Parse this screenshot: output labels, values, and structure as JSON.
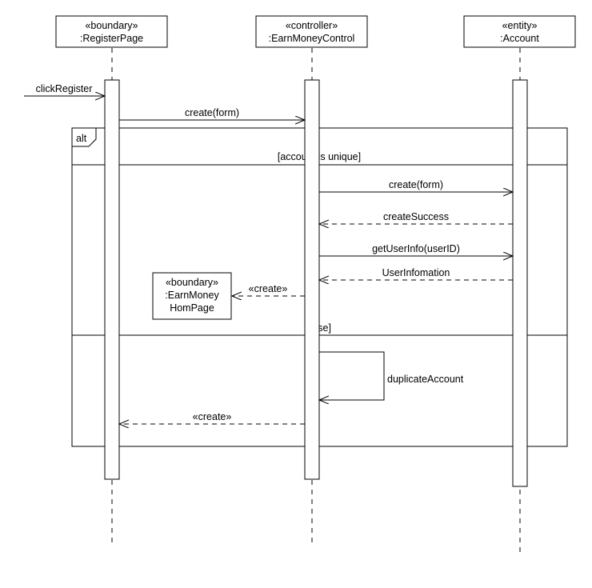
{
  "participants": [
    {
      "id": "registerpage",
      "stereotype": "«boundary»",
      "name": ":RegisterPage"
    },
    {
      "id": "earnmoneycontrol",
      "stereotype": "«controller»",
      "name": ":EarnMoneyControl"
    },
    {
      "id": "account",
      "stereotype": "«entity»",
      "name": ":Account"
    }
  ],
  "messages": {
    "click_register": "clickRegister",
    "create_form_1": "create(form)",
    "create_form_2": "create(form)",
    "create_success": "createSuccess",
    "get_user_info": "getUserInfo(userID)",
    "user_infomation": "UserInfomation",
    "create_homepage": "«create»",
    "duplicate_account": "duplicateAccount",
    "create_back": "«create»"
  },
  "fragment": {
    "operator": "alt",
    "guard_1": "[account is unique]",
    "guard_2": "[else]"
  },
  "created_object": {
    "stereotype": "«boundary»",
    "name_line1": ":EarnMoney",
    "name_line2": "HomPage"
  }
}
